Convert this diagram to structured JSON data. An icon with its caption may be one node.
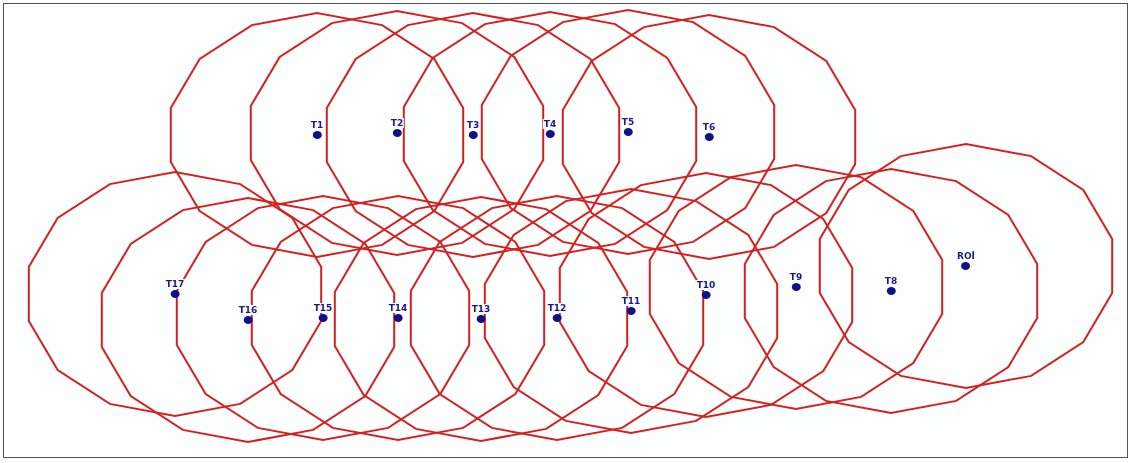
{
  "diagram": {
    "nodes": [
      {
        "text": [
          "T1"
        ]
      },
      {
        "text": [
          "T2"
        ]
      },
      {
        "text": [
          "T3"
        ]
      },
      {
        "text": [
          "T4"
        ]
      },
      {
        "text": [
          "T5"
        ]
      },
      {
        "text": [
          "T6"
        ]
      },
      {
        "text": [
          "ROİ"
        ]
      },
      {
        "text": [
          "T17"
        ]
      },
      {
        "text": [
          "T16"
        ]
      },
      {
        "text": [
          "T15"
        ]
      },
      {
        "text": [
          "T14"
        ]
      },
      {
        "text": [
          "T13"
        ]
      },
      {
        "text": [
          "T12"
        ]
      },
      {
        "text": [
          "T11"
        ]
      },
      {
        "text": [
          "T10"
        ]
      },
      {
        "text": [
          "T9"
        ]
      },
      {
        "text": [
          "T8"
        ]
      }
    ]
  }
}
